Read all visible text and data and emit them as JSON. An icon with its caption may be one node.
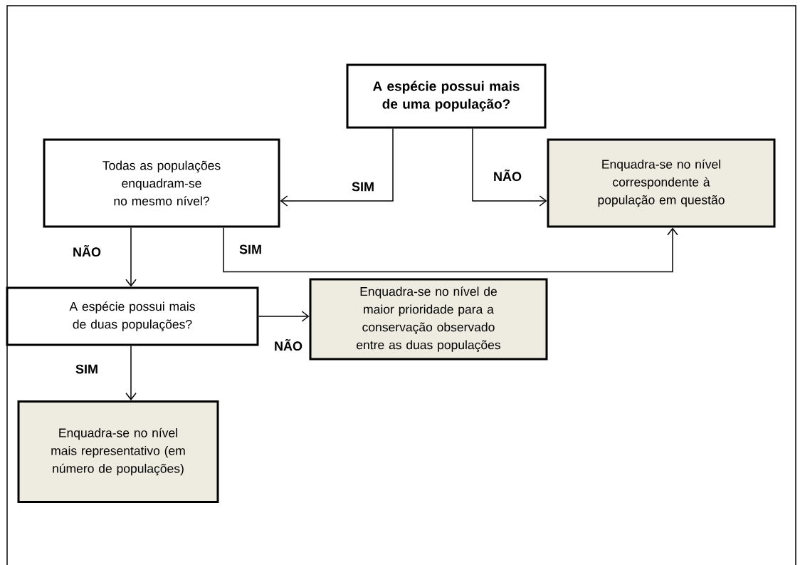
{
  "diagram": {
    "nodes": [
      {
        "text": [
          "A espécie possui mais de uma população?"
        ]
      },
      {
        "text": [
          "Todas as populações enquadram-se no mesmo nível?"
        ]
      },
      {
        "text": [
          "Enquadra-se no nível correspondente à população em questão"
        ]
      },
      {
        "text": [
          "A espécie possui mais de duas populações?"
        ]
      },
      {
        "text": [
          "Enquadra-se no nível de maior prioridade para a conservação observado entre as duas populações"
        ]
      },
      {
        "text": [
          "Enquadra-se no nível mais representativo (em número de populações)"
        ]
      }
    ],
    "edges": [
      {
        "from": 0,
        "to": 1,
        "arrow": "to",
        "label": "SIM"
      },
      {
        "from": 0,
        "to": 2,
        "arrow": "to",
        "label": "NÃO"
      },
      {
        "from": 1,
        "to": 2,
        "arrow": "to",
        "label": "SIM"
      },
      {
        "from": 1,
        "to": 3,
        "arrow": "to",
        "label": "NÃO"
      },
      {
        "from": 3,
        "to": 4,
        "arrow": "to",
        "label": "NÃO"
      },
      {
        "from": 3,
        "to": 5,
        "arrow": "to",
        "label": "SIM"
      }
    ]
  }
}
